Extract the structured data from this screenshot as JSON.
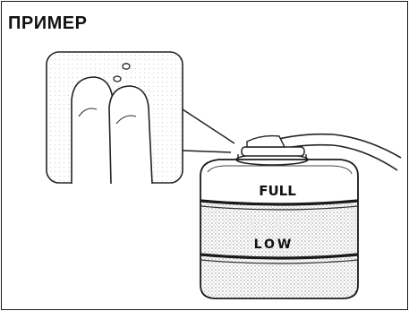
{
  "title": "ПРИМЕР",
  "tank": {
    "label_full": "FULL",
    "label_low": "LOW"
  }
}
